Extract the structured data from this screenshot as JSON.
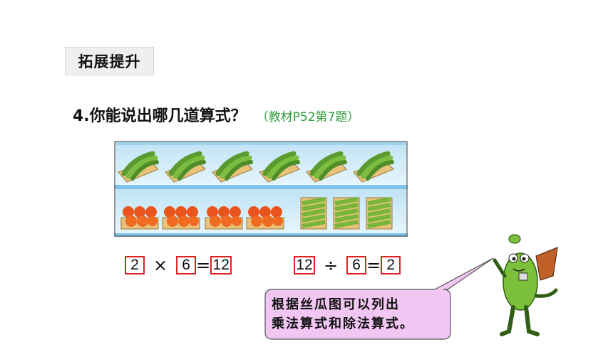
{
  "section": {
    "title": "拓展提升"
  },
  "question": {
    "text": "4.你能说出哪几道算式？",
    "reference": "（教材P52第7题）"
  },
  "equation_multiply": {
    "a": "2",
    "op": "×",
    "b": "6",
    "eq": "=",
    "result": "12"
  },
  "equation_divide": {
    "a": "12",
    "op": "÷",
    "b": "6",
    "eq": "=",
    "result": "2"
  },
  "speech_bubble": {
    "line1": "根据丝瓜图可以列出",
    "line2": "乘法算式和除法算式。"
  },
  "colors": {
    "box_border": "#e02020",
    "reference_green": "#2e9e3c",
    "bubble_fill": "#f2c6f2"
  },
  "icons": {
    "picture": "luffa-shelf-illustration",
    "character": "luffa-mascot-icon"
  }
}
